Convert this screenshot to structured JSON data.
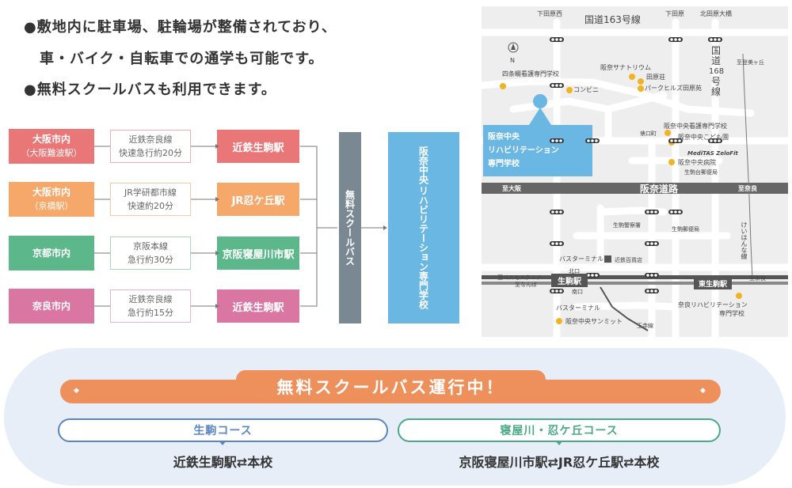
{
  "intro": {
    "bullet1_line1": "●敷地内に駐車場、駐輪場が整備されており、",
    "bullet1_line2": "車・バイク・自転車での通学も可能です。",
    "bullet2": "●無料スクールバスも利用できます。"
  },
  "routes": [
    {
      "origin_line1": "大阪市内",
      "origin_line2": "（大阪難波駅）",
      "line_line1": "近鉄奈良線",
      "line_line2": "快速急行約20分",
      "station": "近鉄生駒駅",
      "color": "#ea7777",
      "border": "#f0b0ae"
    },
    {
      "origin_line1": "大阪市内",
      "origin_line2": "（京橋駅）",
      "line_line1": "JR学研都市線",
      "line_line2": "快速約20分",
      "station": "JR忍ケ丘駅",
      "color": "#f5a86a",
      "border": "#f7c8a0"
    },
    {
      "origin_line1": "京都市内",
      "origin_line2": "",
      "line_line1": "京阪本線",
      "line_line2": "急行約30分",
      "station": "京阪寝屋川市駅",
      "color": "#5cb88a",
      "border": "#a7d8bc"
    },
    {
      "origin_line1": "奈良市内",
      "origin_line2": "",
      "line_line1": "近鉄奈良線",
      "line_line2": "急行約15分",
      "station": "近鉄生駒駅",
      "color": "#d976a2",
      "border": "#eab3cb"
    }
  ],
  "free_bus": "無料スクールバス",
  "school_name": "阪奈中央リハビリテーション専門学校",
  "bus_banner": "無料スクールバス運行中！",
  "courses": [
    {
      "name": "生駒コース",
      "dest": "近鉄生駒駅⇄本校",
      "color": "#5a84c2"
    },
    {
      "name": "寝屋川・忍ケ丘コース",
      "dest": "京阪寝屋川市駅⇄JR忍ケ丘駅⇄本校",
      "color": "#4aa886"
    }
  ],
  "map": {
    "labels": {
      "shimotahara_nishi": "下田原西",
      "route163": "国道163号線",
      "shimotahara": "下田原",
      "kitatahara_otsuka": "北田原大橋",
      "shijonawate_nursing": "四条畷看護専門学校",
      "hanna_sanatorium": "阪奈サナトリウム",
      "tawara_so": "田原荘",
      "park_hills": "パークヒルズ田原苑",
      "konbini": "コンビニ",
      "route168_1": "国",
      "route168_2": "道",
      "route168_3": "168",
      "route168_4": "号",
      "route168_5": "線",
      "to_tomigaoka": "至登美ヶ丘",
      "school_callout_1": "阪奈中央",
      "school_callout_2": "リハビリテーション",
      "school_callout_3": "専門学校",
      "hanna_nursing": "阪奈中央看護専門学校",
      "kokoro_en": "阪奈中央こども園",
      "keikuchicho": "俵口町",
      "zelofit": "MediTAS ZeloFit",
      "hanna_hospital": "阪奈中央病院",
      "ikoma_post": "生駒台郵便局",
      "to_osaka": "至大阪",
      "hanna_road": "阪奈道路",
      "to_nara": "至奈良",
      "ikoma_police": "生駒警察署",
      "ikoma_post_office": "生駒郵便局",
      "keihanna_line": "けいはんな線",
      "bus_terminal_n": "バスターミナル",
      "kintetsu_dept": "近鉄百貨店",
      "north_exit": "北口",
      "to_cosmo": "至コスモスクエア",
      "to_namba": "至なんば",
      "ikoma_sta": "生駒駅",
      "higashi_ikoma": "東生駒駅",
      "to_nara2": "至奈良",
      "south_exit": "南口",
      "bus_terminal_s": "バスターミナル",
      "nara_rehab_1": "奈良リハビリテーション",
      "nara_rehab_2": "専門学校",
      "summit": "阪奈中央サンミット",
      "ojiline": "王寺線",
      "north": "N"
    },
    "road_color": "#ffffff",
    "main_road_color": "#666666",
    "poi_color": "#f2b320",
    "school_color": "#6ab7e3"
  }
}
